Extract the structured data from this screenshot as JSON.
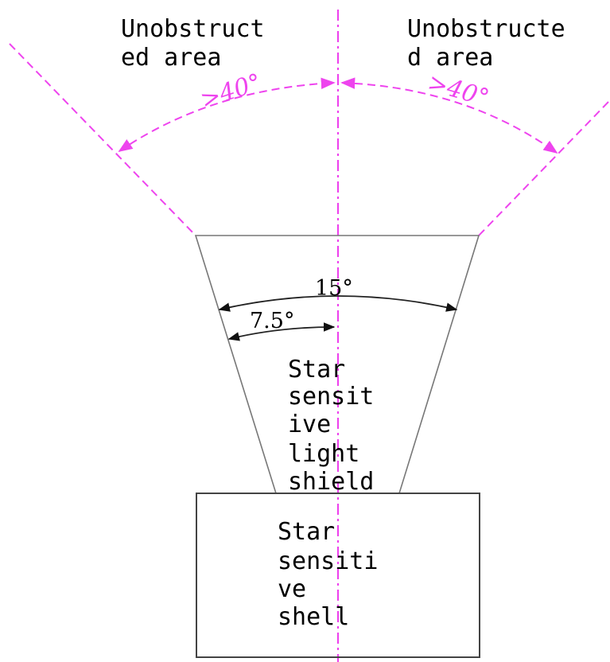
{
  "colors": {
    "dimension_magenta": "#ee44ee",
    "outline_gray": "#777777",
    "dimension_black": "#222222",
    "text": "#000000"
  },
  "labels": {
    "unobstructed_left": [
      "Unobstruct",
      "ed area"
    ],
    "unobstructed_right": [
      "Unobstructe",
      "d area"
    ],
    "angle_left": ">40°",
    "angle_right": ">40°",
    "angle_full": "15°",
    "angle_half": "7.5°",
    "shield": [
      "Star",
      "sensit",
      "ive",
      "light",
      "shield"
    ],
    "shell": [
      "Star",
      "sensiti",
      "ve",
      "shell"
    ]
  }
}
